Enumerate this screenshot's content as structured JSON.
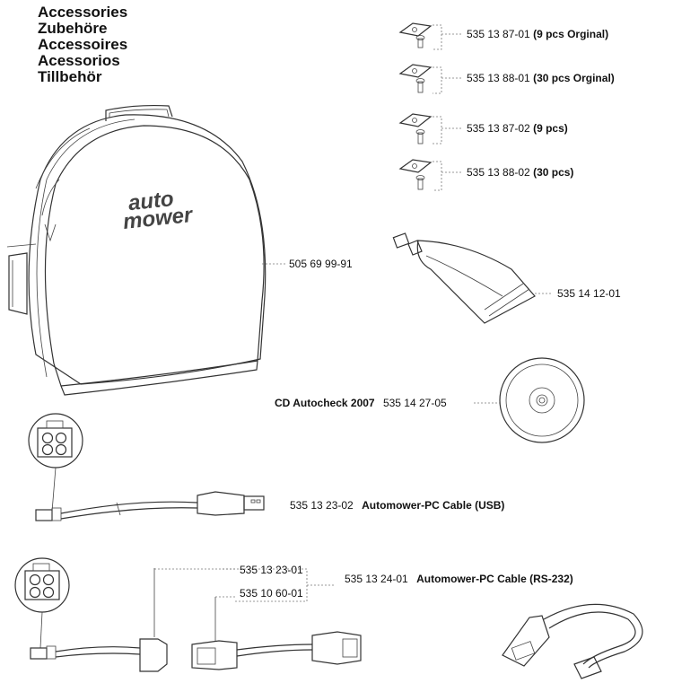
{
  "titles": [
    "Accessories",
    "Zubehöre",
    "Accessoires",
    "Acessorios",
    "Tillbehör"
  ],
  "bag": {
    "part_no": "505 69 99-91",
    "logo_line1": "auto",
    "logo_line2": "mower"
  },
  "blades": [
    {
      "part_no": "535 13 87-01",
      "desc": "(9 pcs Orginal)"
    },
    {
      "part_no": "535 13 88-01",
      "desc": "(30 pcs Orginal)"
    },
    {
      "part_no": "535 13 87-02",
      "desc": "(9 pcs)"
    },
    {
      "part_no": "535 13 88-02",
      "desc": "(30 pcs)"
    }
  ],
  "tube": {
    "part_no": "535 14 12-01"
  },
  "cd": {
    "name": "CD Autocheck 2007",
    "part_no": "535 14 27-05"
  },
  "usb_cable": {
    "part_no": "535 13 23-02",
    "name": "Automower-PC Cable (USB)"
  },
  "rs232": {
    "sub_part_1": "535 13 23-01",
    "sub_part_2": "535 10 60-01",
    "part_no": "535 13 24-01",
    "name": "Automower-PC Cable (RS-232)"
  }
}
